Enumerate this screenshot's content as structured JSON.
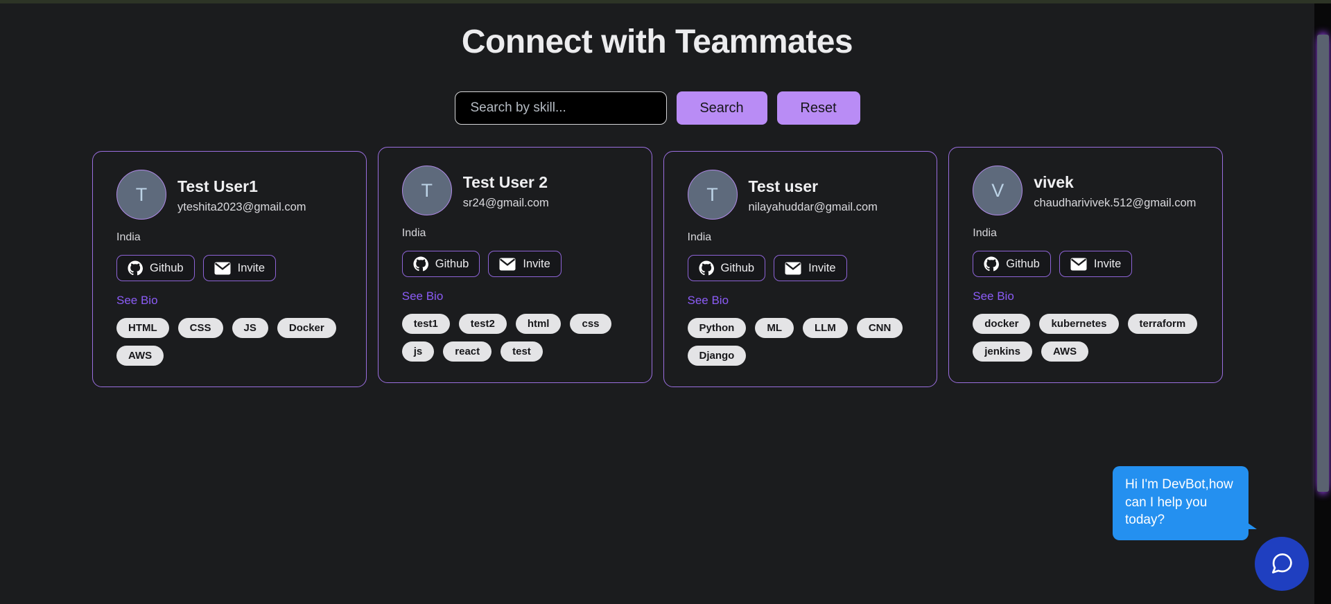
{
  "header": {
    "title": "Connect with Teammates"
  },
  "search": {
    "placeholder": "Search by skill...",
    "value": "",
    "search_label": "Search",
    "reset_label": "Reset"
  },
  "card_actions": {
    "github_label": "Github",
    "invite_label": "Invite",
    "bio_label": "See Bio"
  },
  "cards": [
    {
      "initial": "T",
      "name": "Test User1",
      "email": "yteshita2023@gmail.com",
      "country": "India",
      "tags": [
        "HTML",
        "CSS",
        "JS",
        "Docker",
        "AWS"
      ]
    },
    {
      "initial": "T",
      "name": "Test User 2",
      "email": "sr24@gmail.com",
      "country": "India",
      "tags": [
        "test1",
        "test2",
        "html",
        "css",
        "js",
        "react",
        "test"
      ]
    },
    {
      "initial": "T",
      "name": "Test user",
      "email": "nilayahuddar@gmail.com",
      "country": "India",
      "tags": [
        "Python",
        "ML",
        "LLM",
        "CNN",
        "Django"
      ]
    },
    {
      "initial": "V",
      "name": "vivek",
      "email": "chaudharivivek.512@gmail.com",
      "country": "India",
      "tags": [
        "docker",
        "kubernetes",
        "terraform",
        "jenkins",
        "AWS"
      ]
    }
  ],
  "chat": {
    "greeting": "Hi I'm DevBot,how can I help you today?"
  },
  "colors": {
    "background": "#1b1c1e",
    "accent_purple": "#b98cf5",
    "card_border": "#9b6fe0",
    "link_purple": "#8b5cf6",
    "tag_background": "#e4e4e6",
    "chat_bubble": "#2490f0",
    "chat_button": "#1f3fc0"
  }
}
